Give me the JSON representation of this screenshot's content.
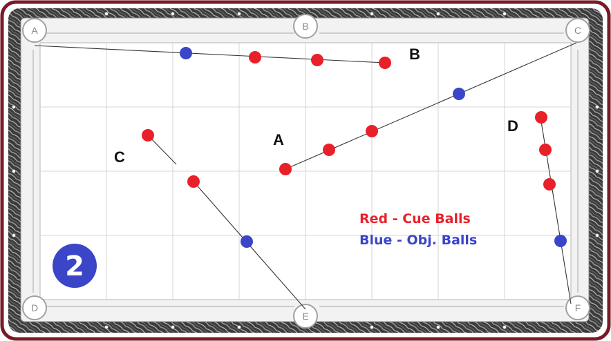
{
  "pockets": [
    "A",
    "B",
    "C",
    "D",
    "E",
    "F"
  ],
  "shots": {
    "a": "A",
    "b": "B",
    "c": "C",
    "d": "D"
  },
  "legend": {
    "red": "Red - Cue Balls",
    "blue": "Blue - Obj. Balls"
  },
  "badge": "2",
  "colors": {
    "frame": "#7a1a26",
    "rail": "#2e2e2e",
    "cloth": "#ffffff",
    "grid": "#d4d4d4",
    "cue_ball": "#e8202a",
    "object_ball": "#3a45c8",
    "legend_red": "#e8202a",
    "legend_blue": "#3a45c8",
    "badge": "#3a45c8"
  }
}
